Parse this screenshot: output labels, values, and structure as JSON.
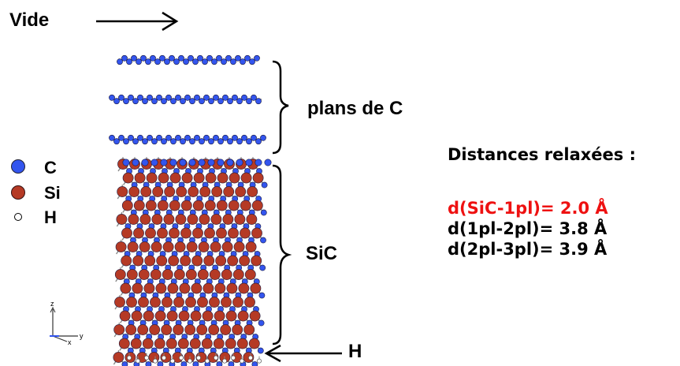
{
  "labels": {
    "vide": "Vide",
    "plans": "plans de C",
    "sic": "SiC",
    "h_bottom": "H"
  },
  "legend": [
    {
      "symbol": "C",
      "color": "#3355ee"
    },
    {
      "symbol": "Si",
      "color": "#b53a25"
    },
    {
      "symbol": "H",
      "color": "#ffffff"
    }
  ],
  "axes": {
    "z": "z",
    "x": "x",
    "y": "y"
  },
  "distances": {
    "title": "Distances relaxées :",
    "lines": [
      {
        "text": "d(SiC-1pl)= 2.0 Å",
        "color": "#ee1111"
      },
      {
        "text": "d(1pl-2pl)= 3.8 Å",
        "color": "#000000"
      },
      {
        "text": "d(2pl-3pl)= 3.9 Å",
        "color": "#000000"
      }
    ]
  },
  "colors": {
    "carbon": "#3355ee",
    "silicon": "#b53a25",
    "bond": "#888888"
  }
}
